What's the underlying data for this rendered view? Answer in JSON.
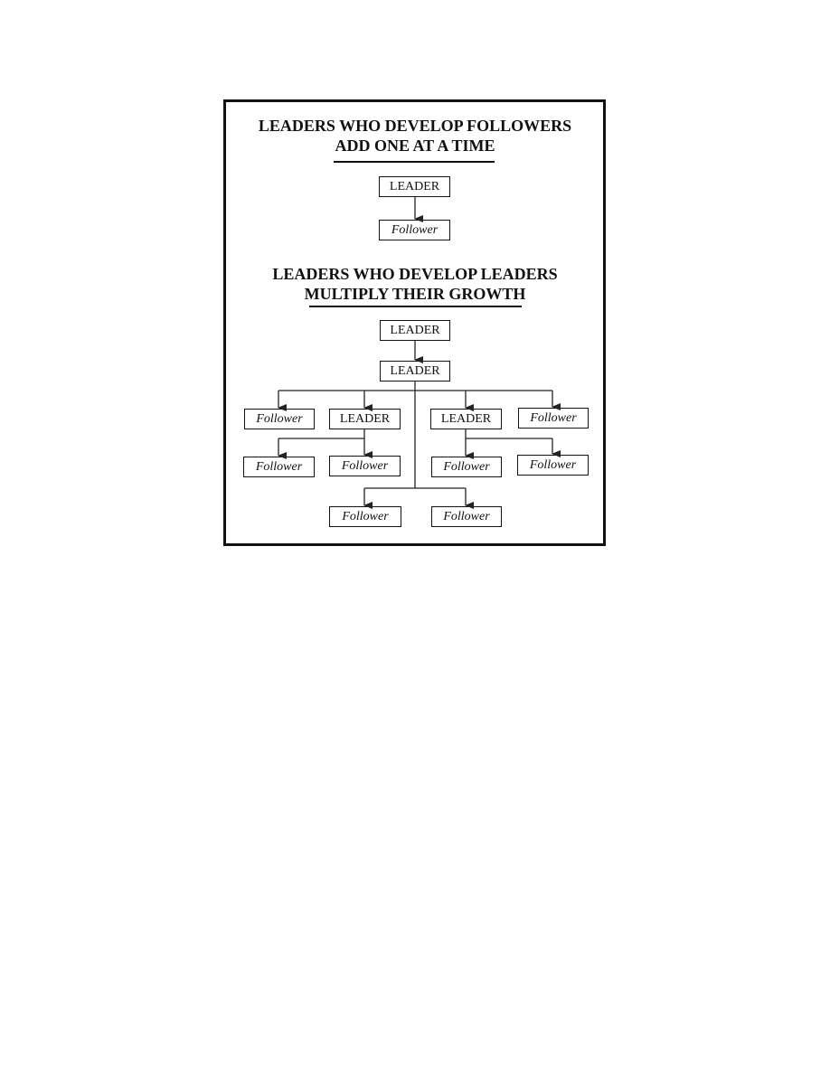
{
  "diagram": {
    "section_one": {
      "title_line_1": "LEADERS WHO DEVELOP FOLLOWERS",
      "title_line_2": "ADD ONE AT A TIME",
      "leader_label": "LEADER",
      "follower_label": "Follower"
    },
    "section_two": {
      "title_line_1": "LEADERS WHO DEVELOP LEADERS",
      "title_line_2": "MULTIPLY THEIR GROWTH",
      "top_leader_label": "LEADER",
      "second_leader_label": "LEADER",
      "left_follower_label": "Follower",
      "left_leader_label": "LEADER",
      "right_leader_label": "LEADER",
      "right_follower_label": "Follower",
      "left_sub_follower_1": "Follower",
      "left_sub_follower_2": "Follower",
      "right_sub_follower_1": "Follower",
      "right_sub_follower_2": "Follower",
      "bottom_follower_1": "Follower",
      "bottom_follower_2": "Follower"
    },
    "colors": {
      "ink": "#111111",
      "background": "#ffffff"
    }
  }
}
